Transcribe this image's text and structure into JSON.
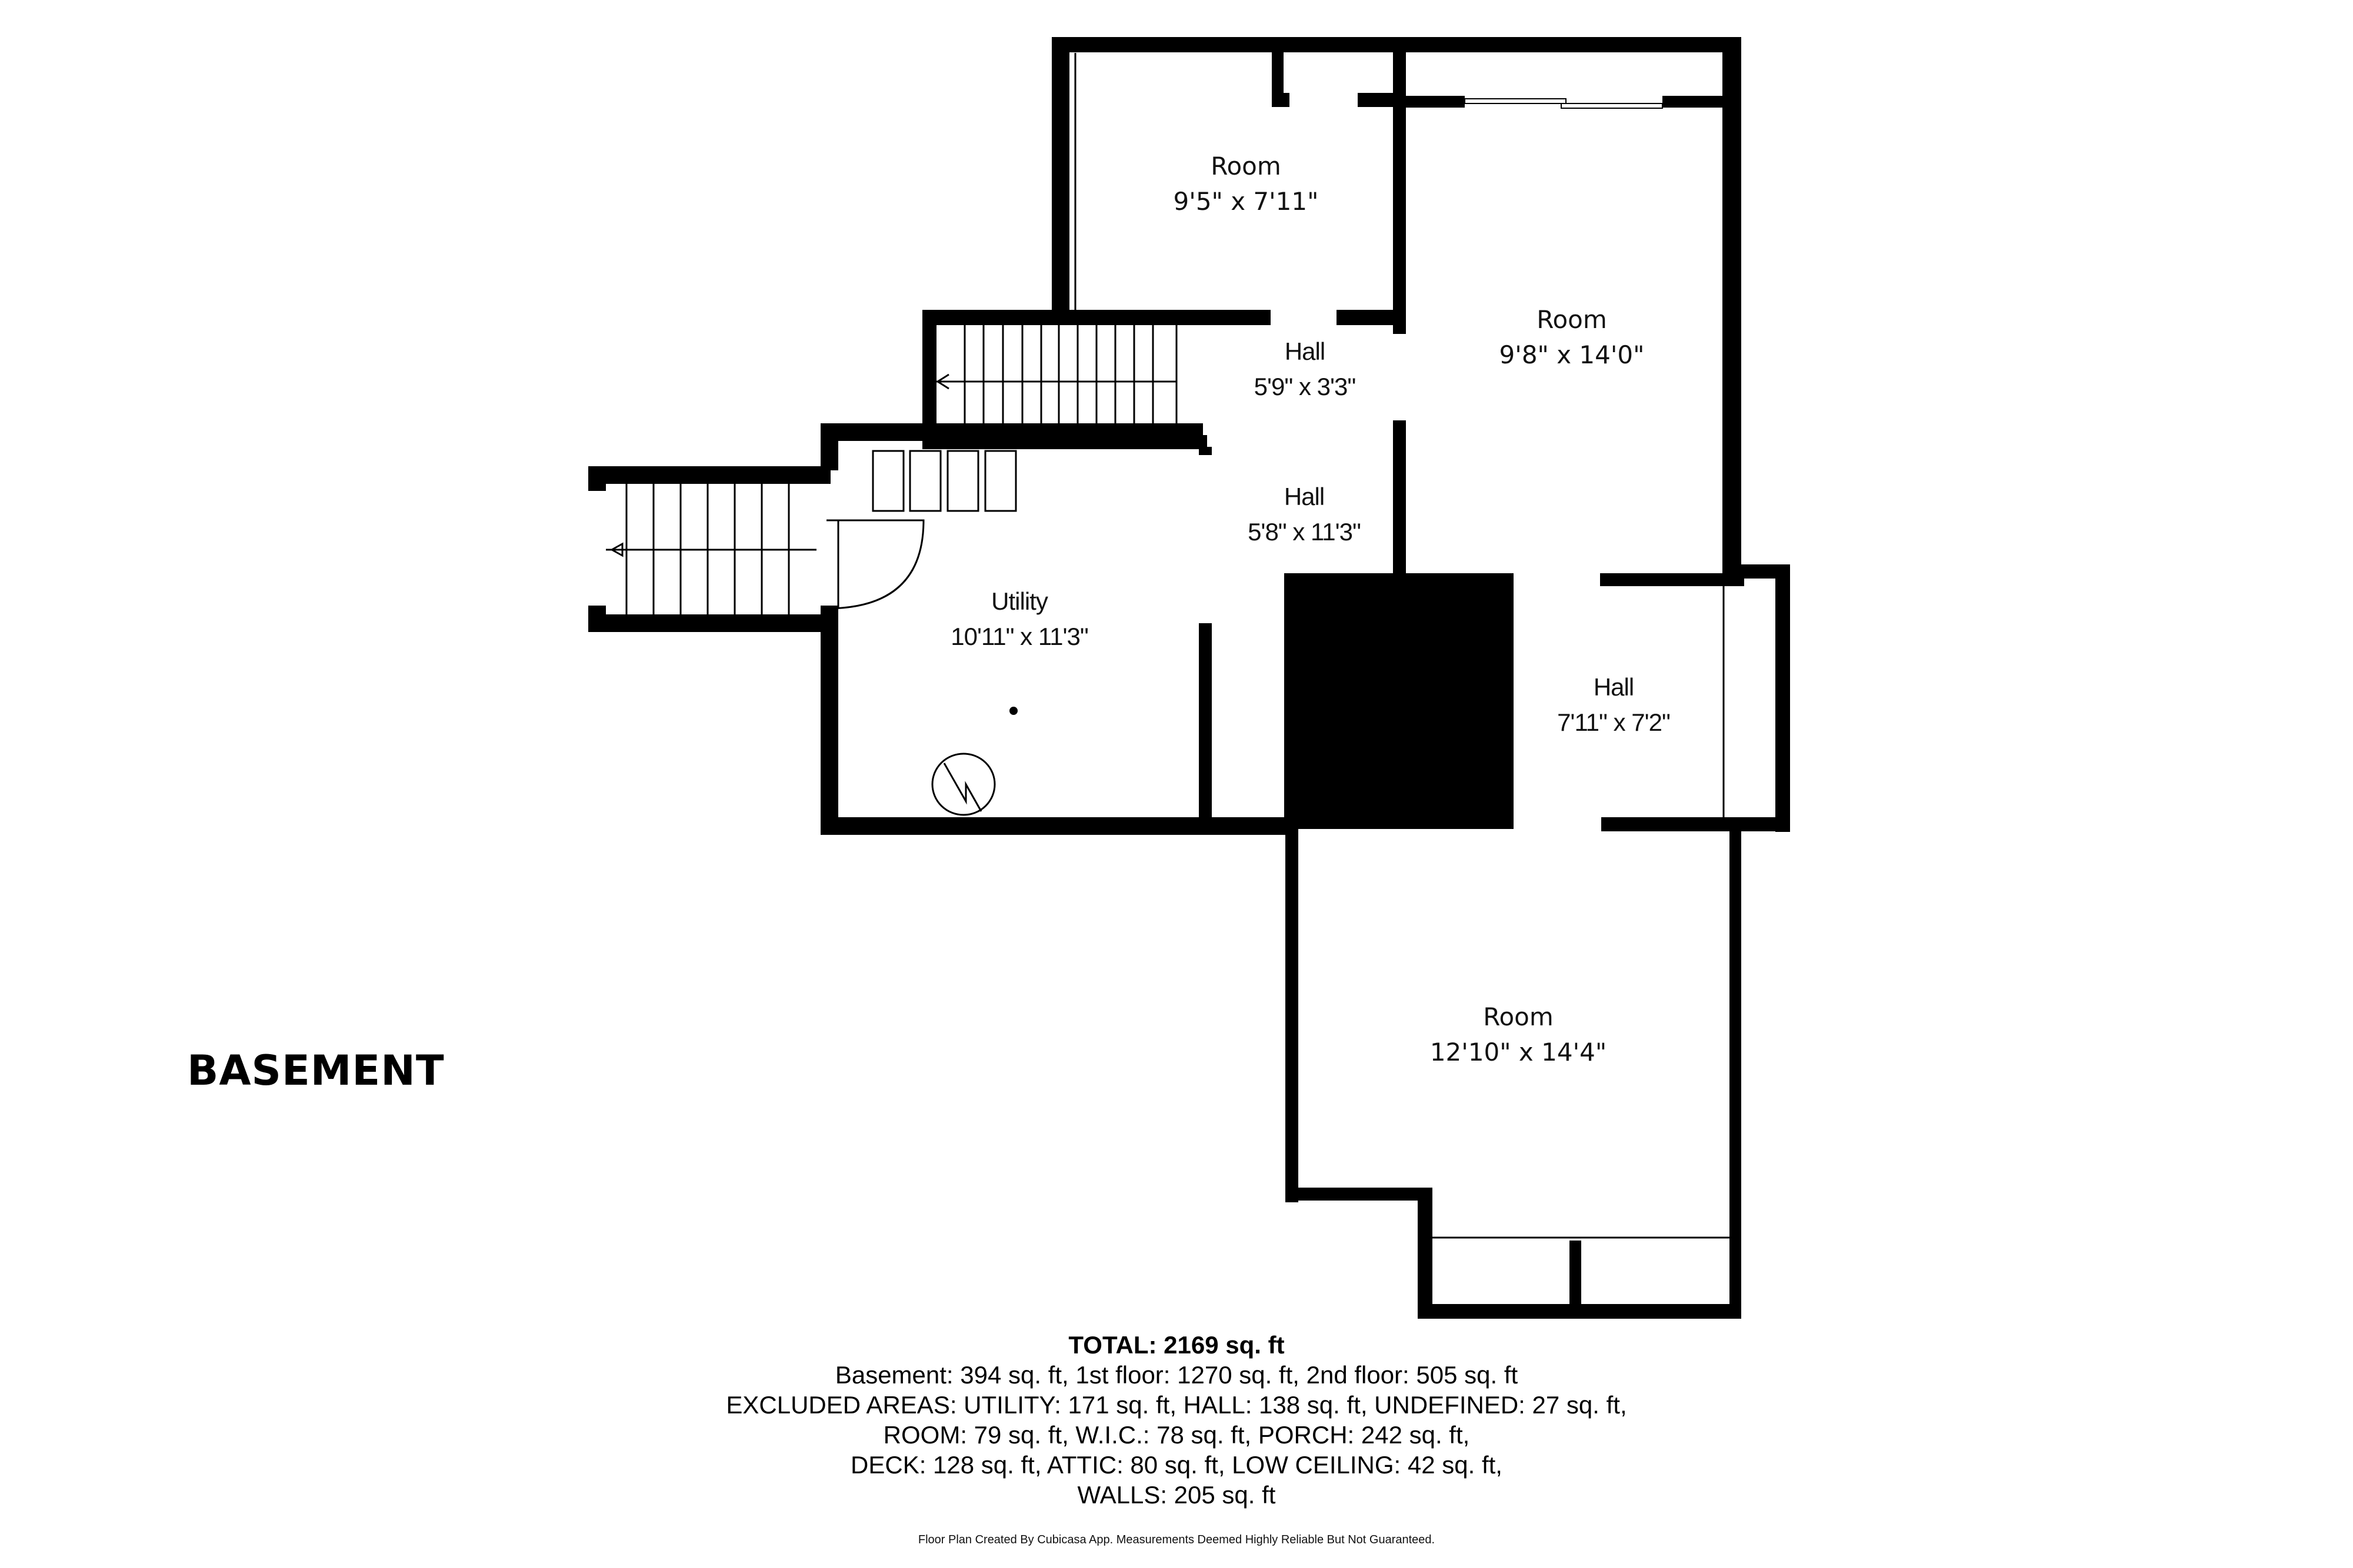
{
  "floor": {
    "label": "BASEMENT"
  },
  "rooms": [
    {
      "name": "Room",
      "dims": "9'5\" x 7'11\""
    },
    {
      "name": "Room",
      "dims": "9'8\" x 14'0\""
    },
    {
      "name": "Hall",
      "dims": "5'9\" x 3'3\""
    },
    {
      "name": "Hall",
      "dims": "5'8\" x 11'3\""
    },
    {
      "name": "Utility",
      "dims": "10'11\" x 11'3\""
    },
    {
      "name": "Hall",
      "dims": "7'11\" x 7'2\""
    },
    {
      "name": "Room",
      "dims": "12'10\" x 14'4\""
    }
  ],
  "summary": {
    "total": "TOTAL: 2169 sq. ft",
    "lines": [
      "Basement: 394 sq. ft, 1st floor: 1270 sq. ft, 2nd floor: 505 sq. ft",
      "EXCLUDED AREAS: UTILITY: 171 sq. ft, HALL: 138 sq. ft, UNDEFINED: 27 sq. ft,",
      "ROOM: 79 sq. ft, W.I.C.: 78 sq. ft, PORCH: 242 sq. ft,",
      "DECK: 128 sq. ft, ATTIC: 80 sq. ft, LOW CEILING: 42 sq. ft,",
      "WALLS: 205 sq. ft"
    ]
  },
  "credit": "Floor Plan Created By Cubicasa App. Measurements Deemed Highly Reliable But Not Guaranteed.",
  "colors": {
    "wall": "#000000",
    "background": "#ffffff",
    "thin_line": "#000000"
  },
  "icons": {
    "stairs_arrow": "arrow-left-icon",
    "water_heater": "water-heater-icon",
    "floor_drain": "floor-drain-icon",
    "door_swing": "door-swing-icon",
    "sliding_door": "sliding-door-icon"
  }
}
